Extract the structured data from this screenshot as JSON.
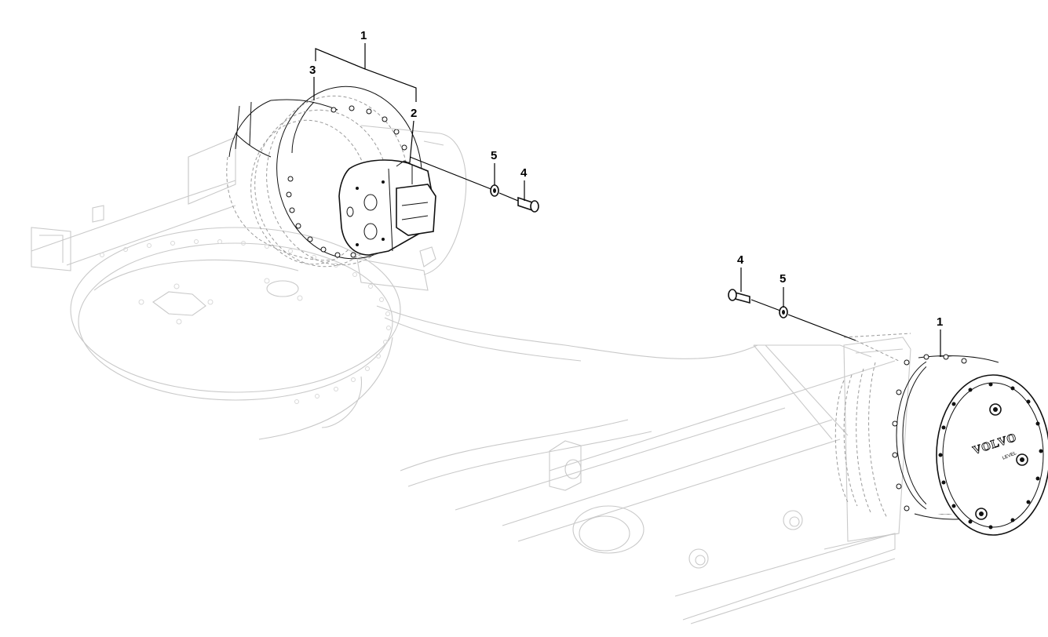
{
  "callouts": {
    "top_assembly": "1",
    "top_gear": "2",
    "top_motor": "3",
    "top_bolt": "4",
    "top_washer": "5",
    "right_bolt": "4",
    "right_washer": "5",
    "right_assembly": "1"
  },
  "brand_marking": "VOLVO",
  "plate_marking": "LEVEL"
}
